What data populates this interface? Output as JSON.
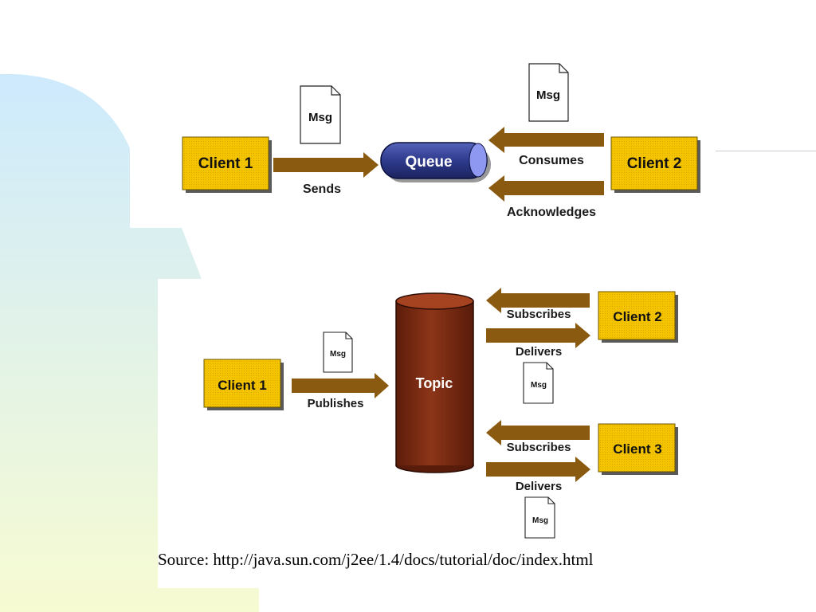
{
  "queue_diagram": {
    "sender": "Client 1",
    "receiver": "Client 2",
    "queue": "Queue",
    "msg_sent": "Msg",
    "msg_consumed": "Msg",
    "sends": "Sends",
    "consumes": "Consumes",
    "acknowledges": "Acknowledges"
  },
  "topic_diagram": {
    "publisher": "Client 1",
    "subscriber_a": "Client 2",
    "subscriber_b": "Client 3",
    "topic": "Topic",
    "msg_published": "Msg",
    "msg_delivered_a": "Msg",
    "msg_delivered_b": "Msg",
    "publishes": "Publishes",
    "subscribes_a": "Subscribes",
    "delivers_a": "Delivers",
    "subscribes_b": "Subscribes",
    "delivers_b": "Delivers"
  },
  "footer": {
    "source": "Source: http://java.sun.com/j2ee/1.4/docs/tutorial/doc/index.html"
  },
  "colors": {
    "client_fill": "#f4c400",
    "arrow_fill": "#8a5a10",
    "queue_fill": "#2e3a8c",
    "topic_fill": "#7a2a12",
    "bg_gradient_top": "#cdeafd",
    "bg_gradient_bottom": "#f7fbd2"
  }
}
